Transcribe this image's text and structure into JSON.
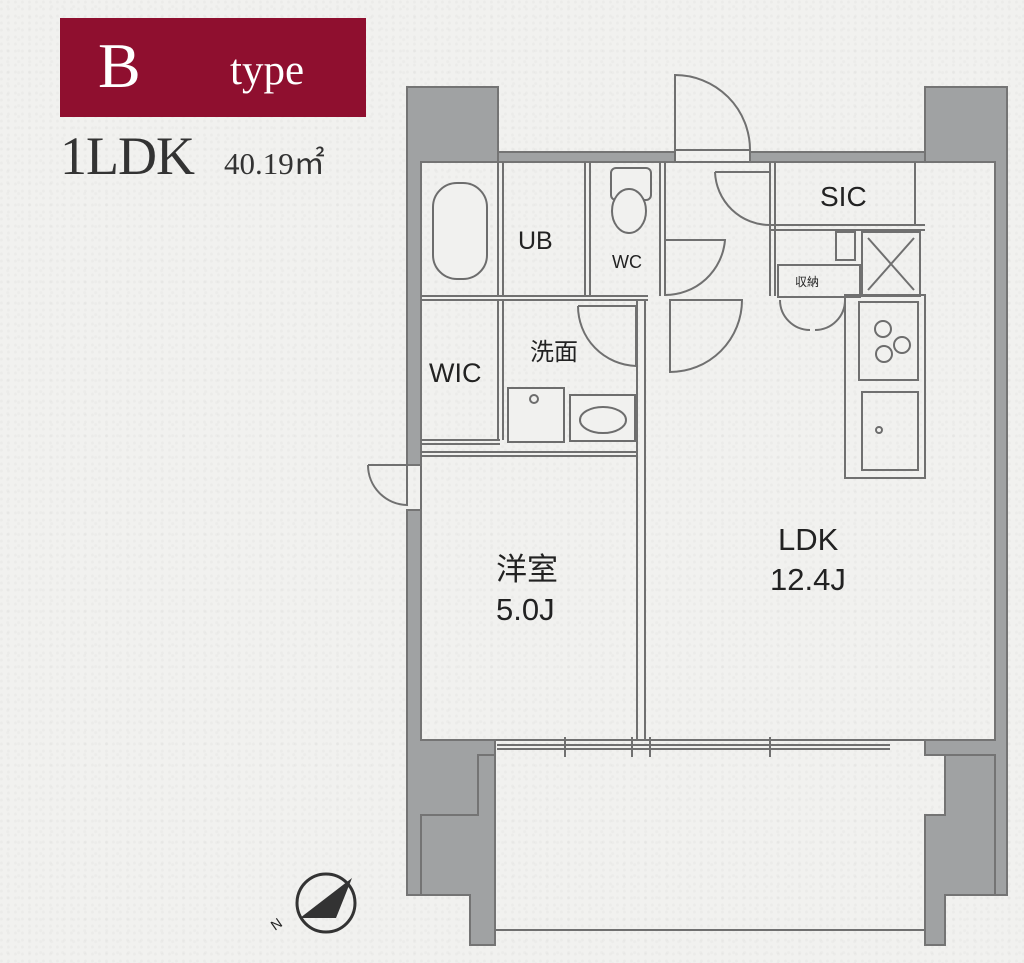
{
  "header": {
    "type_letter": "B",
    "type_word": "type",
    "layout": "1LDK",
    "area": "40.19㎡"
  },
  "rooms": {
    "ub": "UB",
    "wc": "WC",
    "sic": "SIC",
    "wic": "WIC",
    "washroom": "洗面",
    "storage": "収納",
    "western_room": "洋室",
    "western_room_size": "5.0J",
    "ldk": "LDK",
    "ldk_size": "12.4J"
  },
  "compass": {
    "north": "N"
  },
  "colors": {
    "brand": "#8f0f2f",
    "wall": "#9ea0a1",
    "line": "#6c6c6c",
    "paper": "#f1f1ef"
  }
}
